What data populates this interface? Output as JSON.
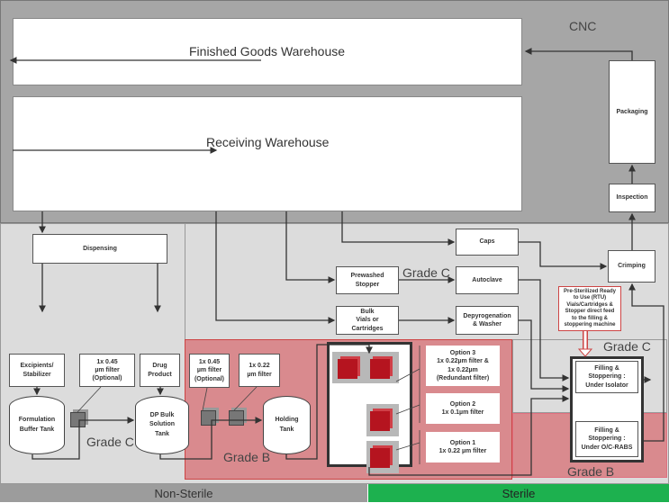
{
  "zones": {
    "cnc": "CNC",
    "grade_c_left": "Grade C",
    "grade_c_mid": "Grade C",
    "grade_c_right": "Grade C",
    "grade_b_mid": "Grade B",
    "grade_b_right": "Grade B",
    "non_sterile": "Non-Sterile",
    "sterile": "Sterile"
  },
  "warehouses": {
    "finished": "Finished Goods Warehouse",
    "receiving": "Receiving Warehouse"
  },
  "boxes": {
    "packaging": "Packaging",
    "inspection": "Inspection",
    "dispensing": "Dispensing",
    "caps": "Caps",
    "prewashed": "Prewashed\nStopper",
    "autoclave": "Autoclave",
    "bulk_vials": "Bulk\nVials or\nCartridges",
    "depyro": "Depyrogenation\n& Washer",
    "crimping": "Crimping",
    "excipients": "Excipients/\nStabilizer",
    "filter045_opt": "1x 0.45\nµm filter\n(Optional)",
    "drug_product": "Drug\nProduct",
    "filter045_opt2": "1x 0.45\nµm filter\n(Optional)",
    "filter022": "1x 0.22\nµm filter",
    "option3": "Option 3\n1x 0.22µm filter  &\n1x 0.22µm\n(Redundant filter)",
    "option2": "Option 2\n1x 0.1µm filter",
    "option1": "Option 1\n1x 0.22 µm filter",
    "rtu": "Pre-Sterilized Ready\nto Use (RTU)\nVials/Cartridges &\nStopper direct feed\nto the filling &\nstoppering machine",
    "fill_isolator": "Filling &\nStoppering :\nUnder Isolator",
    "fill_rabs": "Filling &\nStoppering :\nUnder O/C-RABS"
  },
  "tanks": {
    "formulation": "Formulation\nBuffer Tank",
    "dp_bulk": "DP Bulk\nSolution\nTank",
    "holding": "Holding\nTank"
  },
  "colors": {
    "cnc": "#a6a6a6",
    "grade_c": "#dcdcdc",
    "grade_b": "#d98a8e",
    "non_sterile": "#9c9c9c",
    "sterile": "#1db14f"
  }
}
